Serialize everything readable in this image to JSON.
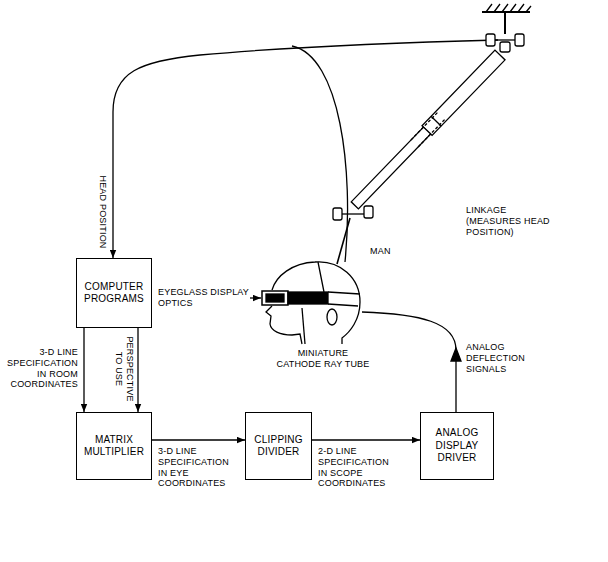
{
  "diagram": {
    "nodes": [
      {
        "text": [
          "COMPUTER PROGRAMS"
        ]
      },
      {
        "text": [
          "MATRIX MULTIPLIER"
        ]
      },
      {
        "text": [
          "CLIPPING DIVIDER"
        ]
      },
      {
        "text": [
          "ANALOG DISPLAY DRIVER"
        ]
      }
    ],
    "edges": [
      {
        "from": 0,
        "to": 1,
        "arrow": "to",
        "label": "3-D LINE SPECIFICATION IN ROOM COORDINATES"
      },
      {
        "from": 0,
        "to": 1,
        "arrow": "to",
        "label": "PERSPECTIVE TO USE"
      },
      {
        "from": 1,
        "to": 2,
        "arrow": "to",
        "label": "3-D LINE SPECIFICATION IN EYE COORDINATES"
      },
      {
        "from": 2,
        "to": 3,
        "arrow": "to",
        "label": "2-D LINE SPECIFICATION IN SCOPE COORDINATES"
      }
    ],
    "labels": [
      "HEAD POSITION",
      "LINKAGE (MEASURES HEAD POSITION)",
      "MAN",
      "EYEGLASS DISPLAY OPTICS",
      "MINIATURE CATHODE RAY TUBE",
      "ANALOG DEFLECTION SIGNALS"
    ]
  }
}
